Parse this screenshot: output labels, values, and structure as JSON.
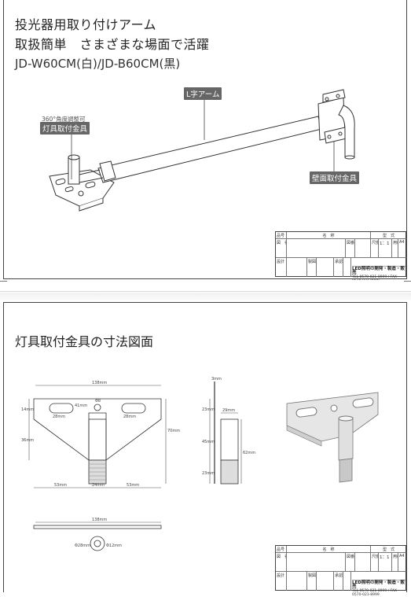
{
  "header": {
    "title_line1": "投光器用取り付けアーム",
    "title_line2": "取扱簡単　さまざまな場面で活躍",
    "model": "JD-W60CM(白)/JD-B60CM(黒)"
  },
  "callouts": {
    "arm": "L字アーム",
    "fixture_bracket": "灯具取付金具",
    "wall_bracket": "壁面取付金具",
    "rotation_note": "360°角度調整可"
  },
  "sheet2": {
    "title": "灯具取付金具の寸法図面",
    "dims": {
      "width_top": "138mm",
      "hole_spacing": "41mm",
      "center_hole": "Φ8",
      "slot_left": "28mm",
      "slot_right": "28mm",
      "slot_h": "14mm",
      "lower_h": "36mm",
      "total_h": "70mm",
      "bottom_left": "53mm",
      "bottom_mid": "24mm",
      "bottom_right": "53mm",
      "bottom_width": "138mm",
      "thickness": "3mm",
      "side_top": "23mm",
      "side_w": "29mm",
      "side_mid": "45mm",
      "side_total": "62mm",
      "side_bottom": "23mm",
      "circle_left": "Φ28mm",
      "circle_right": "Φ12mm"
    }
  },
  "title_block": {
    "no_label": "品号",
    "name_label": "名　称",
    "type_label": "型　式",
    "drawing_label": "図　名",
    "drawing_no_label": "図番",
    "scale_label": "尺度",
    "scale_value": "1：1",
    "size_label": "用紙",
    "size_value": "A4",
    "design_label": "設計",
    "draw_label": "製図",
    "approve_label": "承認",
    "company_slogan": "LED照明の開発・製造・販売",
    "company_contact": "TEL 0570-021-8999 / FAX 0570-021-8999"
  }
}
